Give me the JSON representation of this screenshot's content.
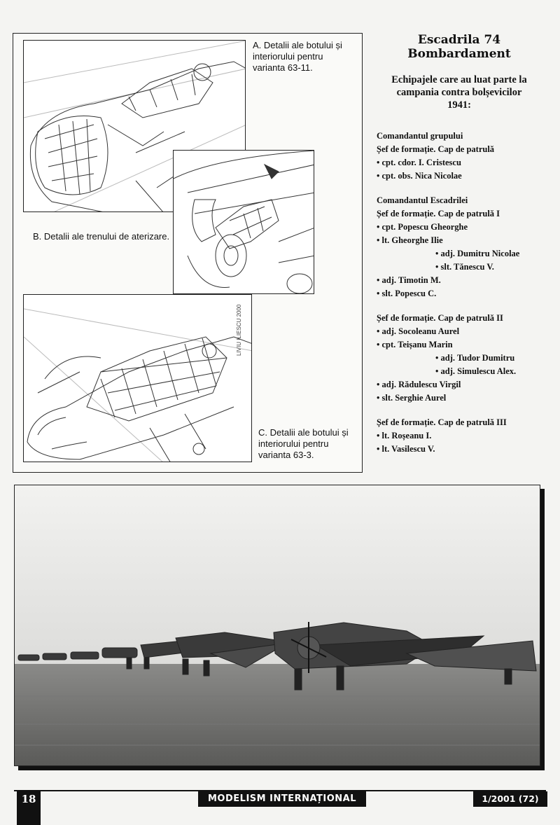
{
  "drawings": {
    "caption_a": "A. Detalii ale botului și\ninteriorului pentru\nvarianta 63-11.",
    "caption_b": "B. Detalii ale trenului de aterizare.",
    "caption_c": "C. Detalii ale botului și\ninteriorului pentru\nvarianta 63-3.",
    "signature": "LIVIU ILIESCU  2000"
  },
  "sidebar": {
    "title_line1": "Escadrila 74",
    "title_line2": "Bombardament",
    "subtitle_line1": "Echipajele care au luat parte la",
    "subtitle_line2": "campania contra bolșevicilor",
    "subtitle_line3": "1941:",
    "groups": [
      {
        "lines": [
          {
            "text": "Comandantul grupului",
            "indent": false
          },
          {
            "text": "Șef de formație. Cap de patrulă",
            "indent": false
          },
          {
            "text": "• cpt. cdor. I. Cristescu",
            "indent": false
          },
          {
            "text": "• cpt. obs. Nica Nicolae",
            "indent": false
          }
        ]
      },
      {
        "lines": [
          {
            "text": "Comandantul Escadrilei",
            "indent": false
          },
          {
            "text": "Șef de formație. Cap de patrulă I",
            "indent": false
          },
          {
            "text": "• cpt. Popescu Gheorghe",
            "indent": false
          },
          {
            "text": "• lt. Gheorghe Ilie",
            "indent": false
          },
          {
            "text": "• adj. Dumitru Nicolae",
            "indent": true
          },
          {
            "text": "• slt. Tănescu V.",
            "indent": true
          },
          {
            "text": "• adj. Timotin M.",
            "indent": false
          },
          {
            "text": "• slt. Popescu C.",
            "indent": false
          }
        ]
      },
      {
        "lines": [
          {
            "text": "Șef de formație. Cap de patrulă II",
            "indent": false
          },
          {
            "text": "• adj. Socoleanu Aurel",
            "indent": false
          },
          {
            "text": "• cpt. Teișanu Marin",
            "indent": false
          },
          {
            "text": "• adj. Tudor Dumitru",
            "indent": true
          },
          {
            "text": "• adj. Simulescu Alex.",
            "indent": true
          },
          {
            "text": "• adj. Rădulescu Virgil",
            "indent": false
          },
          {
            "text": "• slt. Serghie Aurel",
            "indent": false
          }
        ]
      },
      {
        "lines": [
          {
            "text": "Șef de formație. Cap de patrulă III",
            "indent": false
          },
          {
            "text": "• lt. Roșeanu I.",
            "indent": false
          },
          {
            "text": "• lt. Vasilescu V.",
            "indent": false
          }
        ]
      }
    ]
  },
  "footer": {
    "page_number": "18",
    "magazine": "MODELISM INTERNAȚIONAL",
    "issue": "1/2001 (72)"
  }
}
